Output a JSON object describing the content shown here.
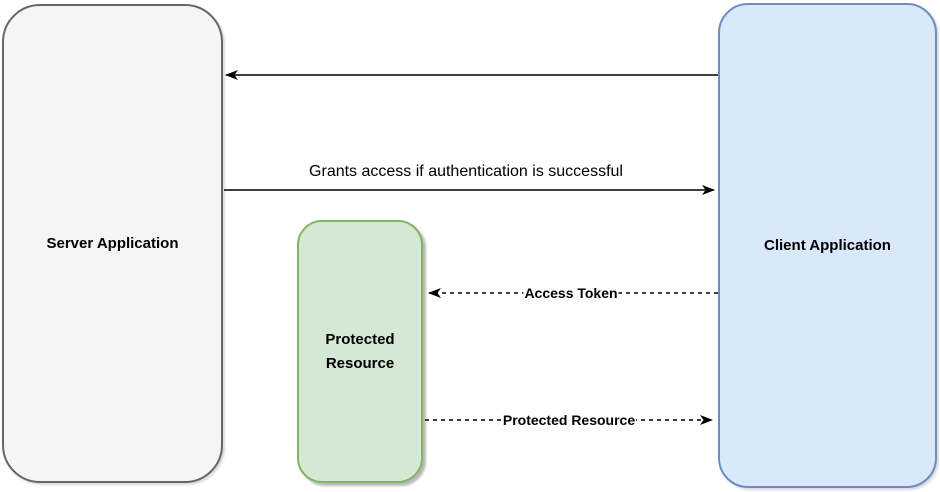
{
  "diagram": {
    "type": "flow-diagram",
    "background": "#ffffff",
    "nodes": [
      {
        "id": "server",
        "label": "Server Application",
        "fill": "#f5f5f5",
        "border": "#666666"
      },
      {
        "id": "client",
        "label": "Client Application",
        "fill": "#dae8fc",
        "border": "#6c8ebf"
      },
      {
        "id": "protected",
        "label": "Protected Resource",
        "fill": "#d5e8d4",
        "border": "#82b366"
      }
    ],
    "edges": [
      {
        "from": "client",
        "to": "server",
        "label": "",
        "style": "solid",
        "direction": "right-to-left"
      },
      {
        "from": "server",
        "to": "client",
        "label": "Grants access if authentication is successful",
        "style": "solid",
        "direction": "left-to-right"
      },
      {
        "from": "client",
        "to": "protected",
        "label": "Access Token",
        "style": "dashed",
        "direction": "right-to-left"
      },
      {
        "from": "protected",
        "to": "client",
        "label": "Protected Resource",
        "style": "dashed",
        "direction": "left-to-right"
      }
    ],
    "edge_color": "#000000",
    "text_color": "#000000"
  }
}
